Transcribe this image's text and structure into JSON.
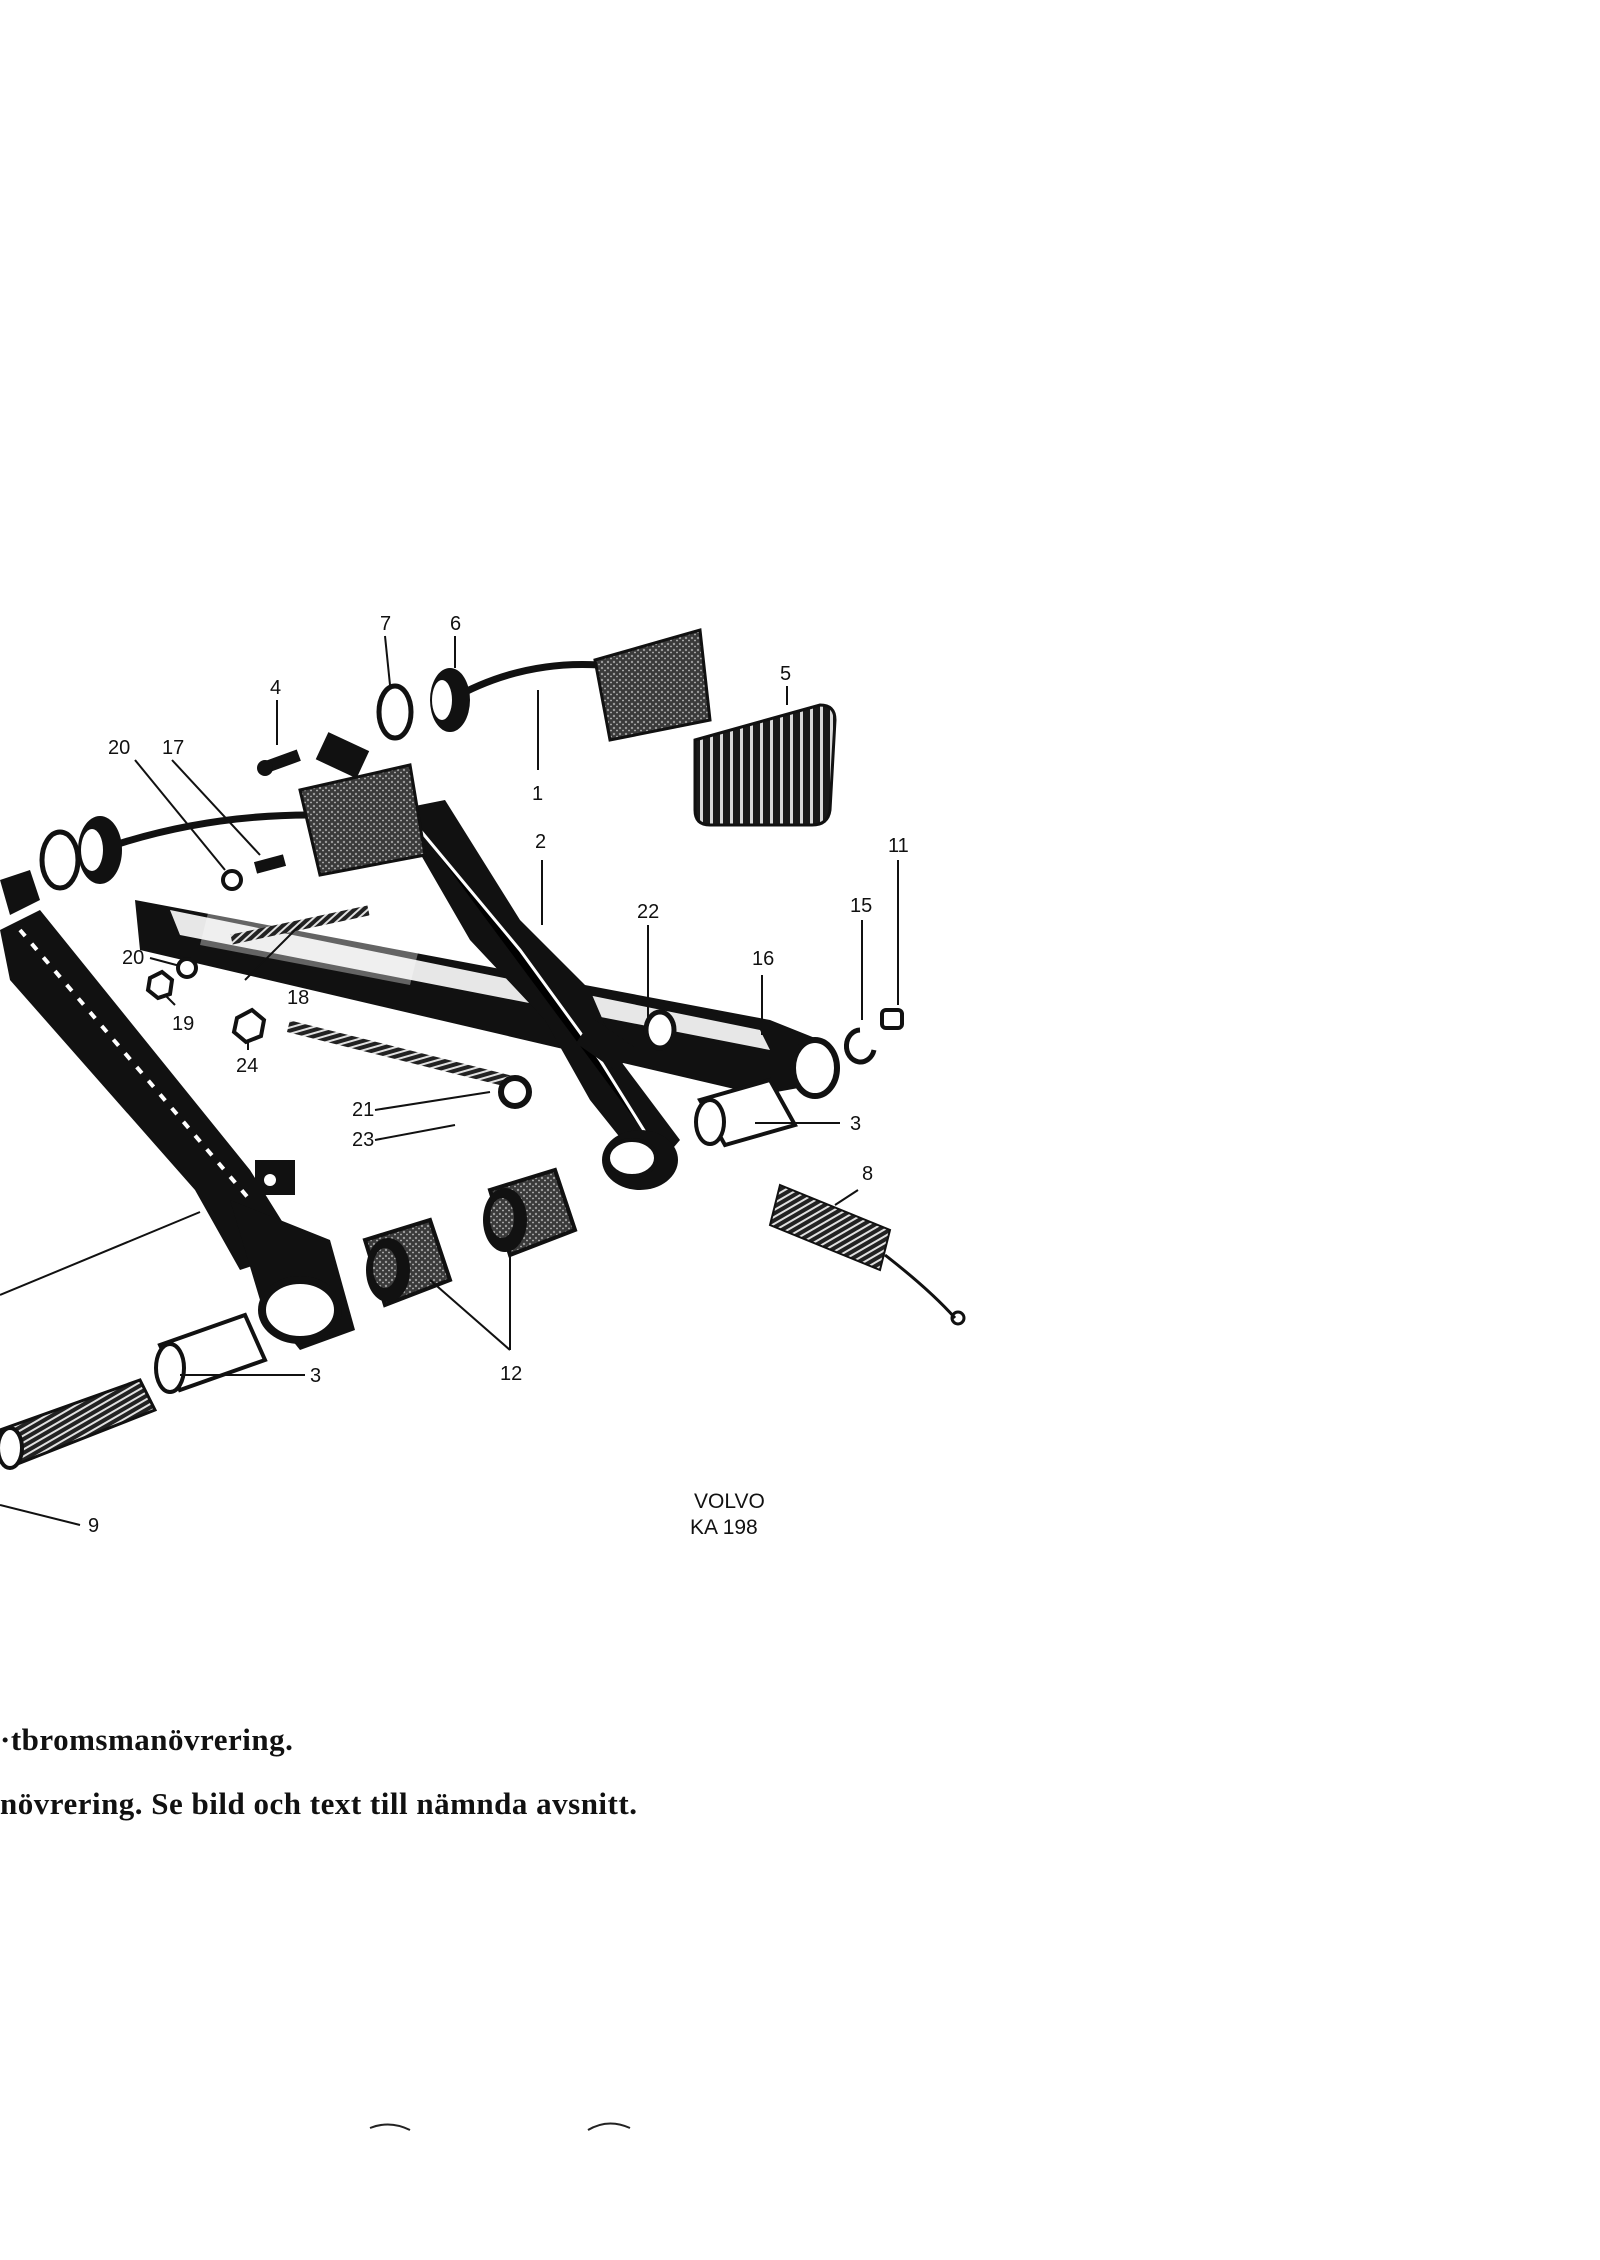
{
  "figure": {
    "code_line_1": "VOLVO",
    "code_line_2": "KA 198",
    "callouts": [
      "1",
      "2",
      "3",
      "3",
      "4",
      "5",
      "6",
      "7",
      "8",
      "9",
      "11",
      "12",
      "15",
      "16",
      "17",
      "18",
      "19",
      "20",
      "20",
      "21",
      "22",
      "23",
      "24"
    ]
  },
  "caption": {
    "line_1": "·tbromsmanövrering.",
    "line_2": "növrering. Se bild och text till nämnda avsnitt."
  }
}
